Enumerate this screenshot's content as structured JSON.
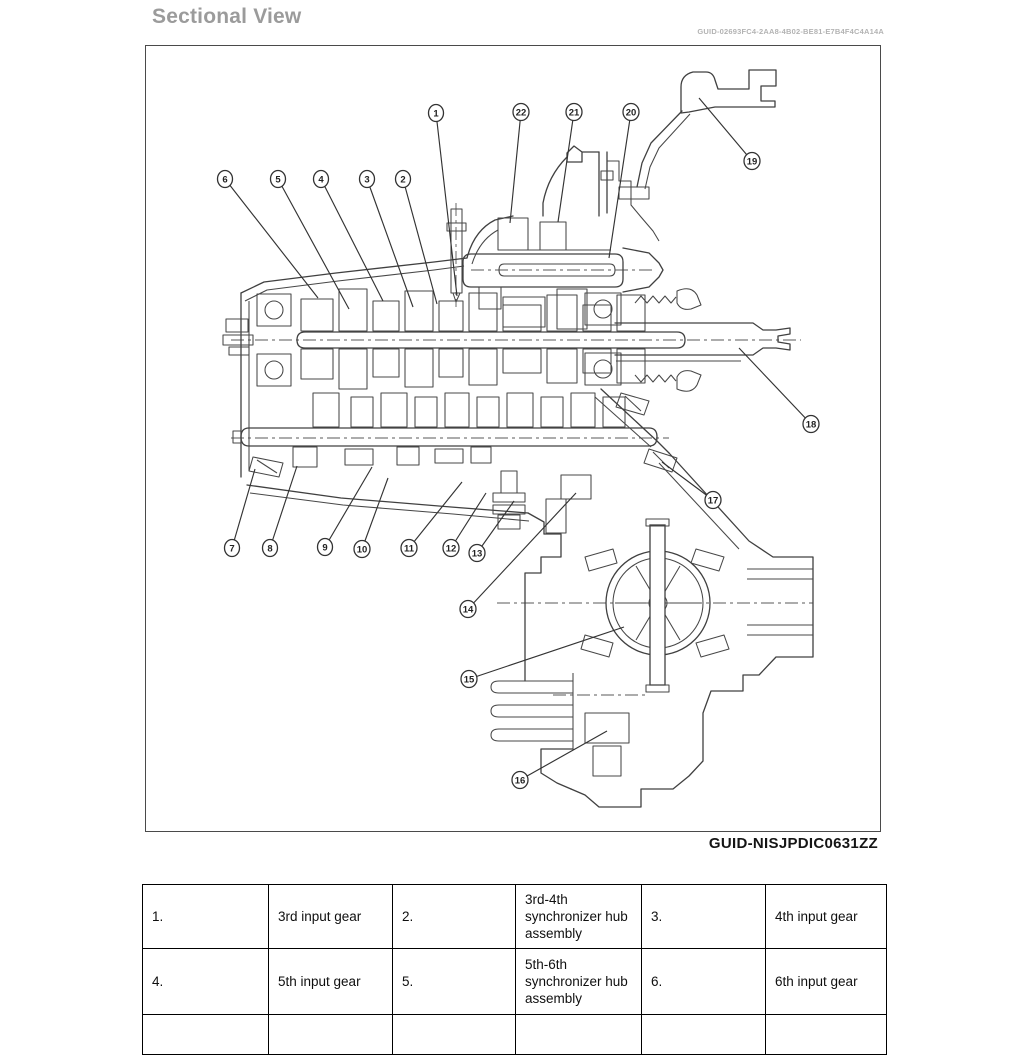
{
  "page": {
    "title": "Sectional View",
    "guid_top": "GUID-02693FC4-2AA8-4B02-BE81-E7B4F4C4A14A",
    "figure_caption": "GUID-NISJPDIC0631ZZ"
  },
  "colors": {
    "title_gray": "#9b9b9b",
    "guid_gray": "#b3b3b3",
    "line_art": "#404040",
    "table_border": "#000000"
  },
  "diagram": {
    "description": "Manual transaxle sectional view line drawing with 22 numbered callouts",
    "callouts": [
      {
        "label": "1"
      },
      {
        "label": "2"
      },
      {
        "label": "3"
      },
      {
        "label": "4"
      },
      {
        "label": "5"
      },
      {
        "label": "6"
      },
      {
        "label": "7"
      },
      {
        "label": "8"
      },
      {
        "label": "9"
      },
      {
        "label": "10"
      },
      {
        "label": "11"
      },
      {
        "label": "12"
      },
      {
        "label": "13"
      },
      {
        "label": "14"
      },
      {
        "label": "15"
      },
      {
        "label": "16"
      },
      {
        "label": "17"
      },
      {
        "label": "18"
      },
      {
        "label": "19"
      },
      {
        "label": "20"
      },
      {
        "label": "21"
      },
      {
        "label": "22"
      }
    ]
  },
  "table": {
    "rows": [
      [
        "1.",
        "3rd input gear",
        "2.",
        "3rd-4th synchronizer hub assembly",
        "3.",
        "4th input gear"
      ],
      [
        "4.",
        "5th input gear",
        "5.",
        "5th-6th synchronizer hub assembly",
        "6.",
        "6th input gear"
      ],
      [
        "",
        "",
        "",
        "",
        "",
        ""
      ]
    ]
  }
}
